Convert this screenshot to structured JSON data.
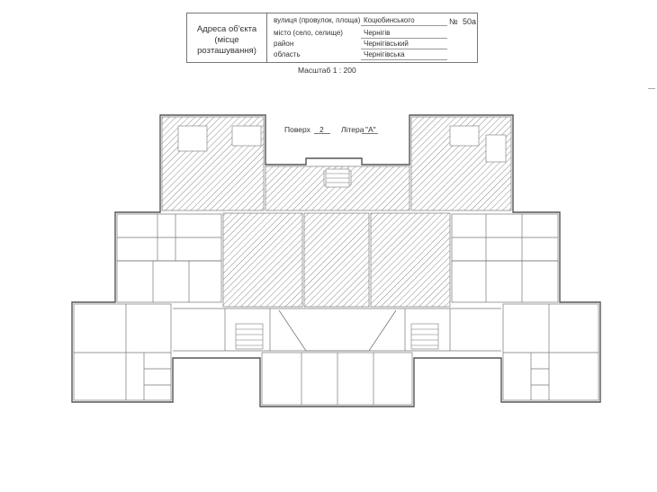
{
  "address_block": {
    "title_line1": "Адреса об'єкта",
    "title_line2": "(місце розташування)",
    "rows": [
      {
        "label": "вулиця (провулок, площа)",
        "value": "Коцюбинського"
      },
      {
        "label": "місто (село, селище)",
        "value": "Чернігів"
      },
      {
        "label": "район",
        "value": "Чернігівський"
      },
      {
        "label": "область",
        "value": "Чернігівська"
      }
    ],
    "number_label": "№",
    "number_value": "50а"
  },
  "scale_text": "Масштаб 1 : 200",
  "floor": {
    "floor_label": "Поверх",
    "floor_value": "2",
    "letter_label": "Літера",
    "letter_value": "\"А\""
  }
}
